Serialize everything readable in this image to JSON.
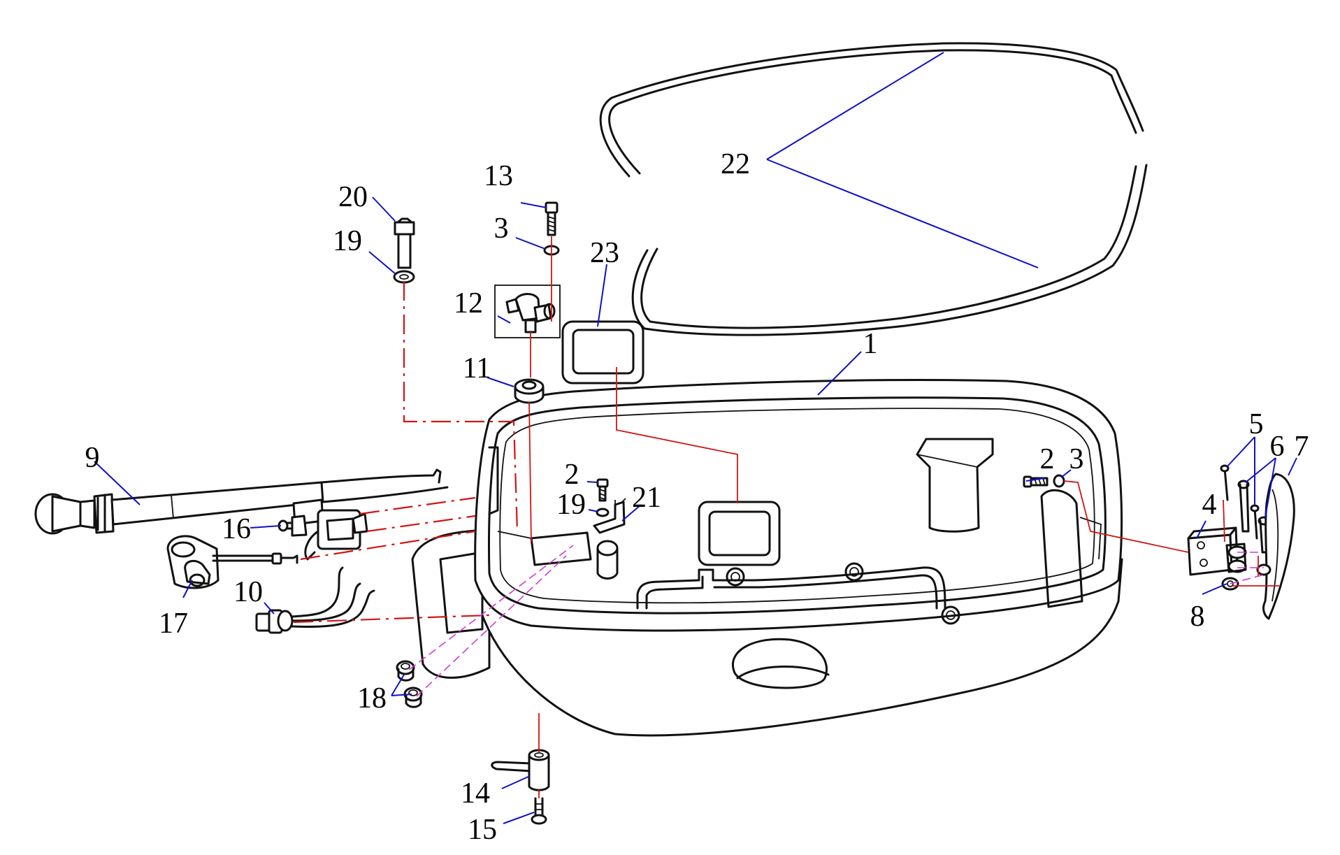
{
  "callouts": [
    {
      "id": "c1",
      "text": "1"
    },
    {
      "id": "c2a",
      "text": "2"
    },
    {
      "id": "c2b",
      "text": "2"
    },
    {
      "id": "c3a",
      "text": "3"
    },
    {
      "id": "c3b",
      "text": "3"
    },
    {
      "id": "c4",
      "text": "4"
    },
    {
      "id": "c5",
      "text": "5"
    },
    {
      "id": "c6",
      "text": "6"
    },
    {
      "id": "c7",
      "text": "7"
    },
    {
      "id": "c8",
      "text": "8"
    },
    {
      "id": "c9",
      "text": "9"
    },
    {
      "id": "c10",
      "text": "10"
    },
    {
      "id": "c11",
      "text": "11"
    },
    {
      "id": "c12",
      "text": "12"
    },
    {
      "id": "c13",
      "text": "13"
    },
    {
      "id": "c14",
      "text": "14"
    },
    {
      "id": "c15",
      "text": "15"
    },
    {
      "id": "c16",
      "text": "16"
    },
    {
      "id": "c17",
      "text": "17"
    },
    {
      "id": "c18",
      "text": "18"
    },
    {
      "id": "c19a",
      "text": "19"
    },
    {
      "id": "c19b",
      "text": "19"
    },
    {
      "id": "c20",
      "text": "20"
    },
    {
      "id": "c21",
      "text": "21"
    },
    {
      "id": "c22",
      "text": "22"
    },
    {
      "id": "c23",
      "text": "23"
    }
  ],
  "colors": {
    "background": "#ffffff",
    "part_outline": "#111111",
    "leader_line": "#1010c8",
    "assembly_line": "#d21414",
    "secondary_assembly_line": "#d23ad2"
  }
}
